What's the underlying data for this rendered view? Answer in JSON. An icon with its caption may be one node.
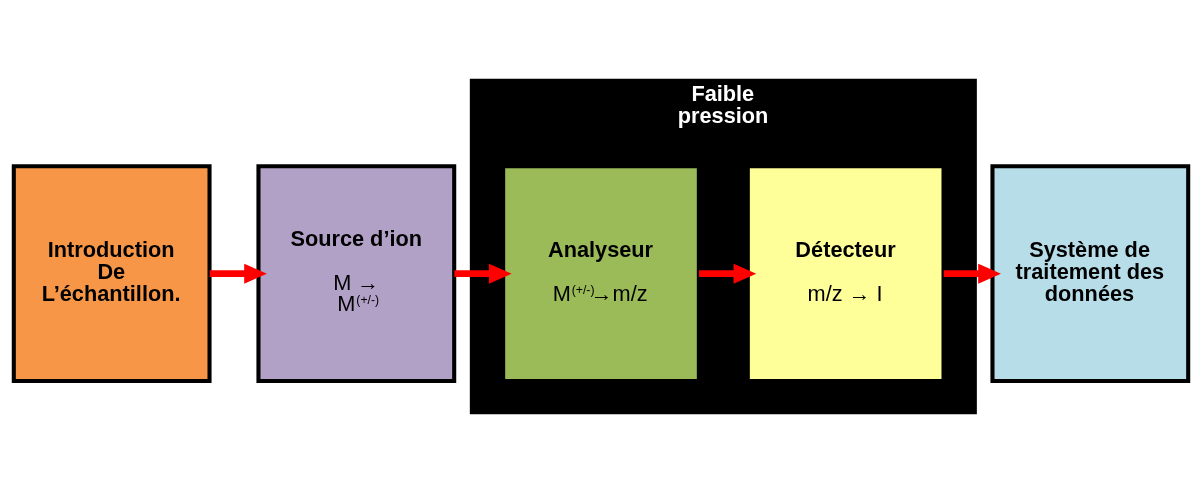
{
  "diagram": {
    "nodes": [
      {
        "text": [
          "Introduction De L’échantillon."
        ]
      },
      {
        "text": [
          "Source d’ion",
          "M → M$^{(+/-)}$"
        ]
      },
      {
        "text": [
          "Faible pression"
        ]
      },
      {
        "text": [
          "Analyseur",
          "M$^{(+/-)}$→m/z"
        ],
        "in": 2
      },
      {
        "text": [
          "Détecteur",
          "m/z → I"
        ],
        "in": 2
      },
      {
        "text": [
          "Système de traitement des données"
        ]
      }
    ],
    "edges": [
      {
        "from": 0,
        "to": 1,
        "arrow": "to"
      },
      {
        "from": 1,
        "to": 3,
        "arrow": "to"
      },
      {
        "from": 3,
        "to": 4,
        "arrow": "to"
      },
      {
        "from": 4,
        "to": 5,
        "arrow": "to"
      }
    ]
  }
}
